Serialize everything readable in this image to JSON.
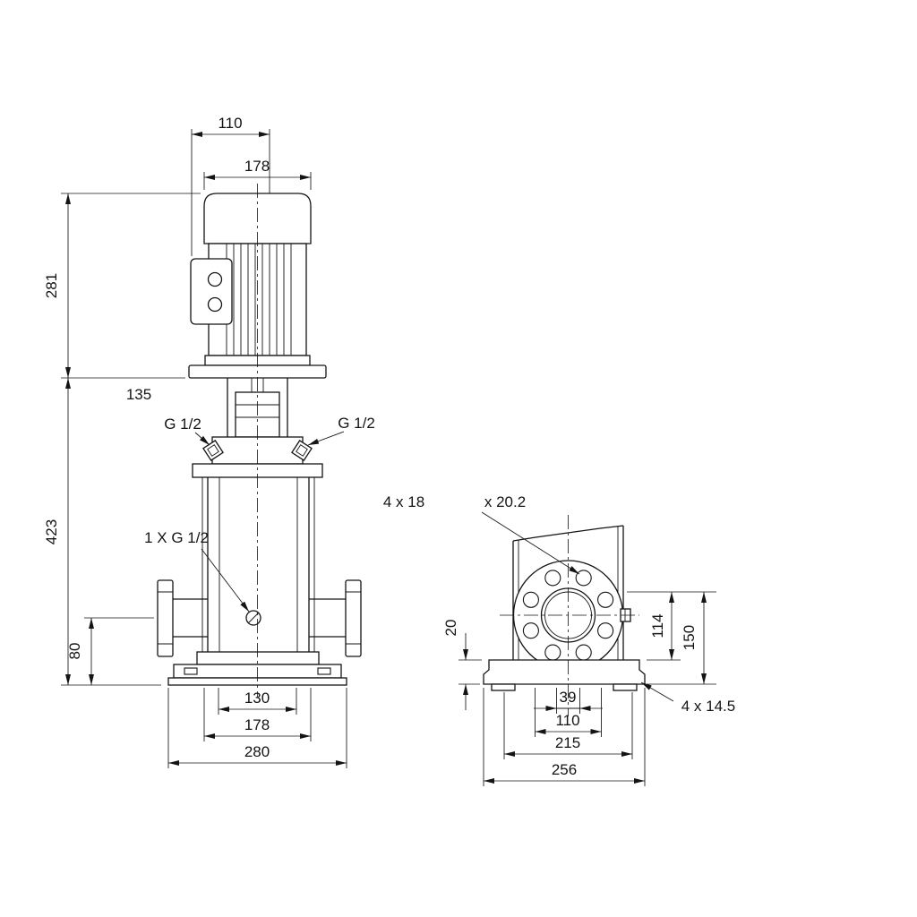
{
  "drawing": {
    "front_view": {
      "fan_width": "110",
      "motor_width": "178",
      "motor_height": "281",
      "head_offset": "135",
      "pump_height": "423",
      "port_center_height": "80",
      "plug_left": "G 1/2",
      "plug_right": "G 1/2",
      "drain_plug": "1 X G 1/2",
      "base_bolt_width": "130",
      "base_mid_width": "178",
      "base_width": "280"
    },
    "side_view": {
      "flange_holes": "4 x 18",
      "flange_counterbore": "x 20.2",
      "base_thickness": "20",
      "center_to_base_top": "114",
      "center_to_base_bottom": "150",
      "bolt_gap": "39",
      "base_bolt_inner": "110",
      "base_bolt_spacing": "215",
      "base_depth": "256",
      "base_holes": "4 x 14.5"
    }
  }
}
